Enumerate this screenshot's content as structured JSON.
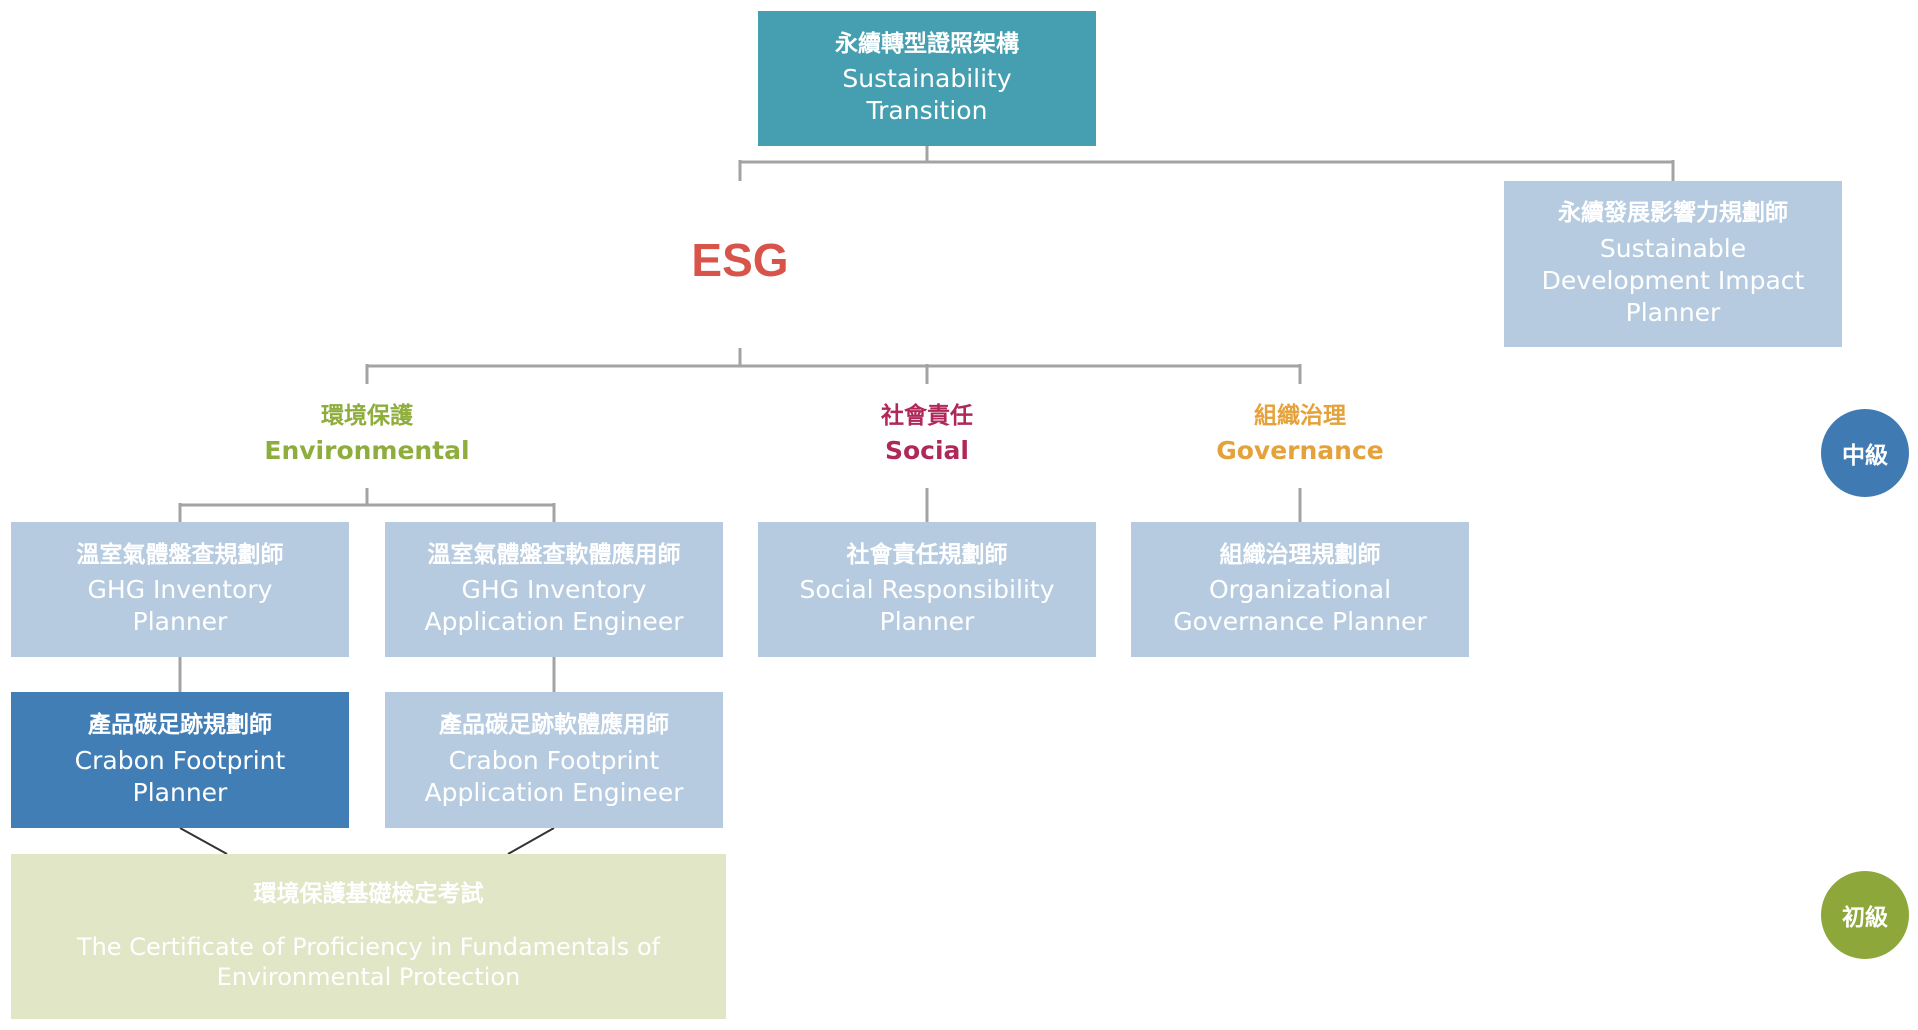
{
  "colors": {
    "top_box": "#459fb1",
    "light_box": "#b6cbe0",
    "dark_box": "#417eb5",
    "base_box": "#e0e6c6",
    "esg": "#d8544a",
    "environmental": "#8ead3c",
    "social": "#b0285a",
    "governance": "#e5a23a",
    "level_mid": "#3f7ab3",
    "level_entry": "#8ea73a",
    "connector": "#a3a3a3"
  },
  "root": {
    "zh": "永續轉型證照架構",
    "en": "Sustainability Transition"
  },
  "esg_label": "ESG",
  "impact_planner": {
    "zh": "永續發展影響力規劃師",
    "en": "Sustainable Development Impact Planner"
  },
  "categories": {
    "environmental": {
      "zh": "環境保護",
      "en": "Environmental"
    },
    "social": {
      "zh": "社會責任",
      "en": "Social"
    },
    "governance": {
      "zh": "組織治理",
      "en": "Governance"
    }
  },
  "certificates": {
    "ghg_planner": {
      "zh": "溫室氣體盤查規劃師",
      "en": "GHG Inventory Planner"
    },
    "ghg_engineer": {
      "zh": "溫室氣體盤查軟體應用師",
      "en": "GHG Inventory Application Engineer"
    },
    "social_planner": {
      "zh": "社會責任規劃師",
      "en": "Social Responsibility Planner"
    },
    "governance_planner": {
      "zh": "組織治理規劃師",
      "en": "Organizational Governance Planner"
    },
    "carbon_planner": {
      "zh": "產品碳足跡規劃師",
      "en": "Crabon Footprint Planner"
    },
    "carbon_engineer": {
      "zh": "產品碳足跡軟體應用師",
      "en": "Crabon Footprint Application Engineer"
    },
    "fundamentals": {
      "zh": "環境保護基礎檢定考試",
      "en": "The Certificate of Proficiency in Fundamentals of Environmental Protection"
    }
  },
  "levels": {
    "mid": "中級",
    "entry": "初級"
  }
}
